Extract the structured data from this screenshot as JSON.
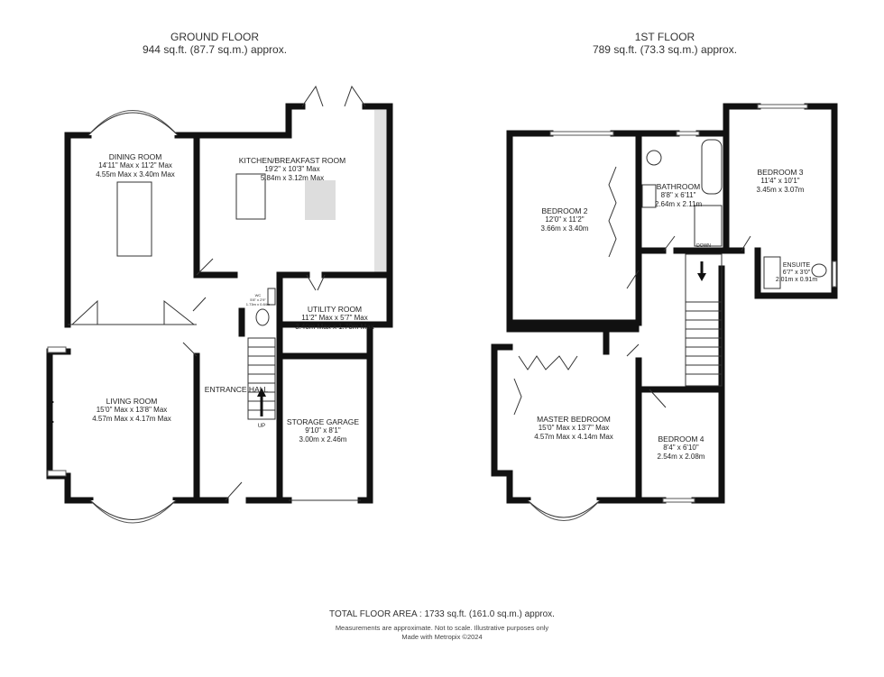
{
  "ground_floor": {
    "title": "GROUND FLOOR",
    "area": "944 sq.ft. (87.7 sq.m.) approx.",
    "rooms": [
      {
        "name": "DINING ROOM",
        "imperial": "14'11\" Max x 11'2\" Max",
        "metric": "4.55m Max x 3.40m Max"
      },
      {
        "name": "KITCHEN/BREAKFAST ROOM",
        "imperial": "19'2\"  x 10'3\" Max",
        "metric": "5.84m  x 3.12m Max"
      },
      {
        "name": "UTILITY ROOM",
        "imperial": "11'2\" Max x 5'7\" Max",
        "metric": "3.40m Max x 1.70m Max"
      },
      {
        "name": "LIVING ROOM",
        "imperial": "15'0\" Max x 13'8\" Max",
        "metric": "4.57m Max x 4.17m Max"
      },
      {
        "name": "ENTRANCE HALL",
        "imperial": "",
        "metric": ""
      },
      {
        "name": "STORAGE GARAGE",
        "imperial": "9'10\"  x 8'1\"",
        "metric": "3.00m  x 2.46m"
      },
      {
        "name": "WC",
        "imperial": "5'8\" x 2'9\"",
        "metric": "1.73m x 0.84m"
      }
    ],
    "stair_label": "UP"
  },
  "first_floor": {
    "title": "1ST FLOOR",
    "area": "789 sq.ft. (73.3 sq.m.) approx.",
    "rooms": [
      {
        "name": "BEDROOM 2",
        "imperial": "12'0\"  x 11'2\"",
        "metric": "3.66m  x 3.40m"
      },
      {
        "name": "BATHROOM",
        "imperial": "8'8\"  x 6'11\"",
        "metric": "2.64m  x 2.11m"
      },
      {
        "name": "BEDROOM 3",
        "imperial": "11'4\"  x 10'1\"",
        "metric": "3.45m  x 3.07m"
      },
      {
        "name": "ENSUITE",
        "imperial": "6'7\"  x 3'0\"",
        "metric": "2.01m  x 0.91m"
      },
      {
        "name": "MASTER BEDROOM",
        "imperial": "15'0\" Max x 13'7\" Max",
        "metric": "4.57m Max x 4.14m Max"
      },
      {
        "name": "BEDROOM 4",
        "imperial": "8'4\"  x 6'10\"",
        "metric": "2.54m  x 2.08m"
      }
    ],
    "stair_label": "DOWN"
  },
  "footer": {
    "total": "TOTAL FLOOR AREA : 1733 sq.ft. (161.0 sq.m.) approx.",
    "disclaimer": "Measurements are approximate.  Not to scale.  Illustrative purposes only",
    "credit": "Made with Metropix ©2024"
  }
}
